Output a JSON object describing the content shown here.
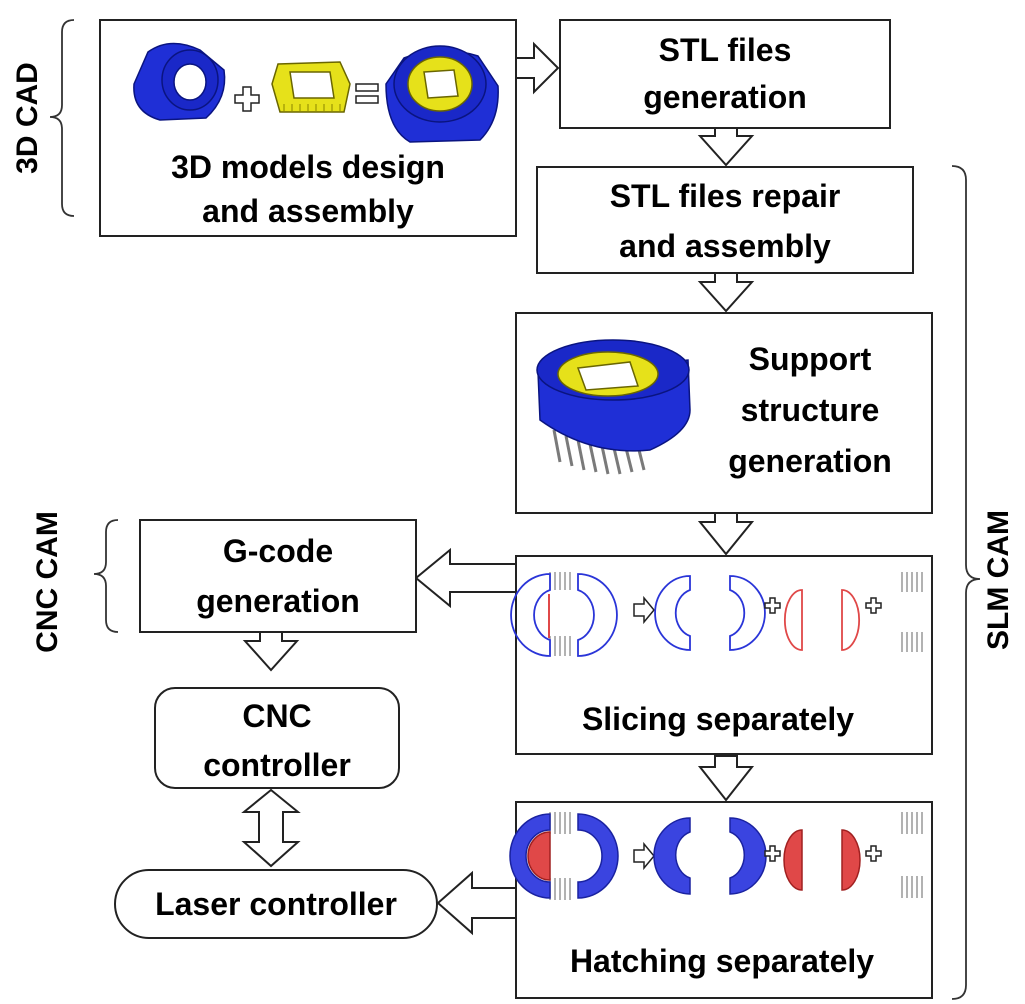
{
  "groups": {
    "cad": "3D CAD",
    "slm_cam": "SLM CAM",
    "cnc_cam": "CNC CAM"
  },
  "boxes": {
    "models_design": [
      "3D models design",
      "and assembly"
    ],
    "stl_generation": [
      "STL files",
      "generation"
    ],
    "stl_repair": [
      "STL files repair",
      "and assembly"
    ],
    "support_structure": [
      "Support",
      "structure",
      "generation"
    ],
    "slicing": [
      "Slicing separately"
    ],
    "hatching": [
      "Hatching separately"
    ],
    "gcode": [
      "G-code",
      "generation"
    ],
    "cnc_controller": [
      "CNC",
      "controller"
    ],
    "laser_controller": [
      "Laser controller"
    ]
  },
  "colors": {
    "part_blue": "#1f2fd6",
    "part_yellow": "#e6e11a",
    "slice_blue": "#2a35d8",
    "slice_red": "#e04848",
    "support_gray": "#8a8a8a"
  }
}
